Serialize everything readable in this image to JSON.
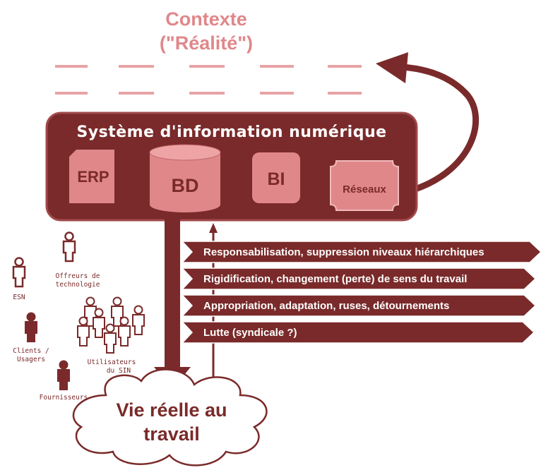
{
  "context": {
    "line1": "Contexte",
    "line2": "(\"Réalité\")"
  },
  "sin": {
    "title": "Système d'information numérique",
    "components": {
      "erp": "ERP",
      "bd": "BD",
      "bi": "BI",
      "reseaux": "Réseaux"
    }
  },
  "effects": [
    "Responsabilisation, suppression niveaux hiérarchiques",
    "Rigidification, changement (perte) de sens du travail",
    "Appropriation, adaptation, ruses, détournements",
    "Lutte (syndicale ?)"
  ],
  "actors": {
    "esn": "ESN",
    "offreurs_1": "Offreurs de",
    "offreurs_2": "technologie",
    "clients_1": "Clients /",
    "clients_2": "Usagers",
    "utilisateurs_1": "Utilisateurs",
    "utilisateurs_2": "du SIN",
    "fournisseurs": "Fournisseurs"
  },
  "cloud": {
    "line1": "Vie réelle au",
    "line2": "travail"
  },
  "colors": {
    "dark": "#7a2a2a",
    "mid": "#a0494b",
    "pink": "#e0878a",
    "light": "#f1b9ba"
  }
}
